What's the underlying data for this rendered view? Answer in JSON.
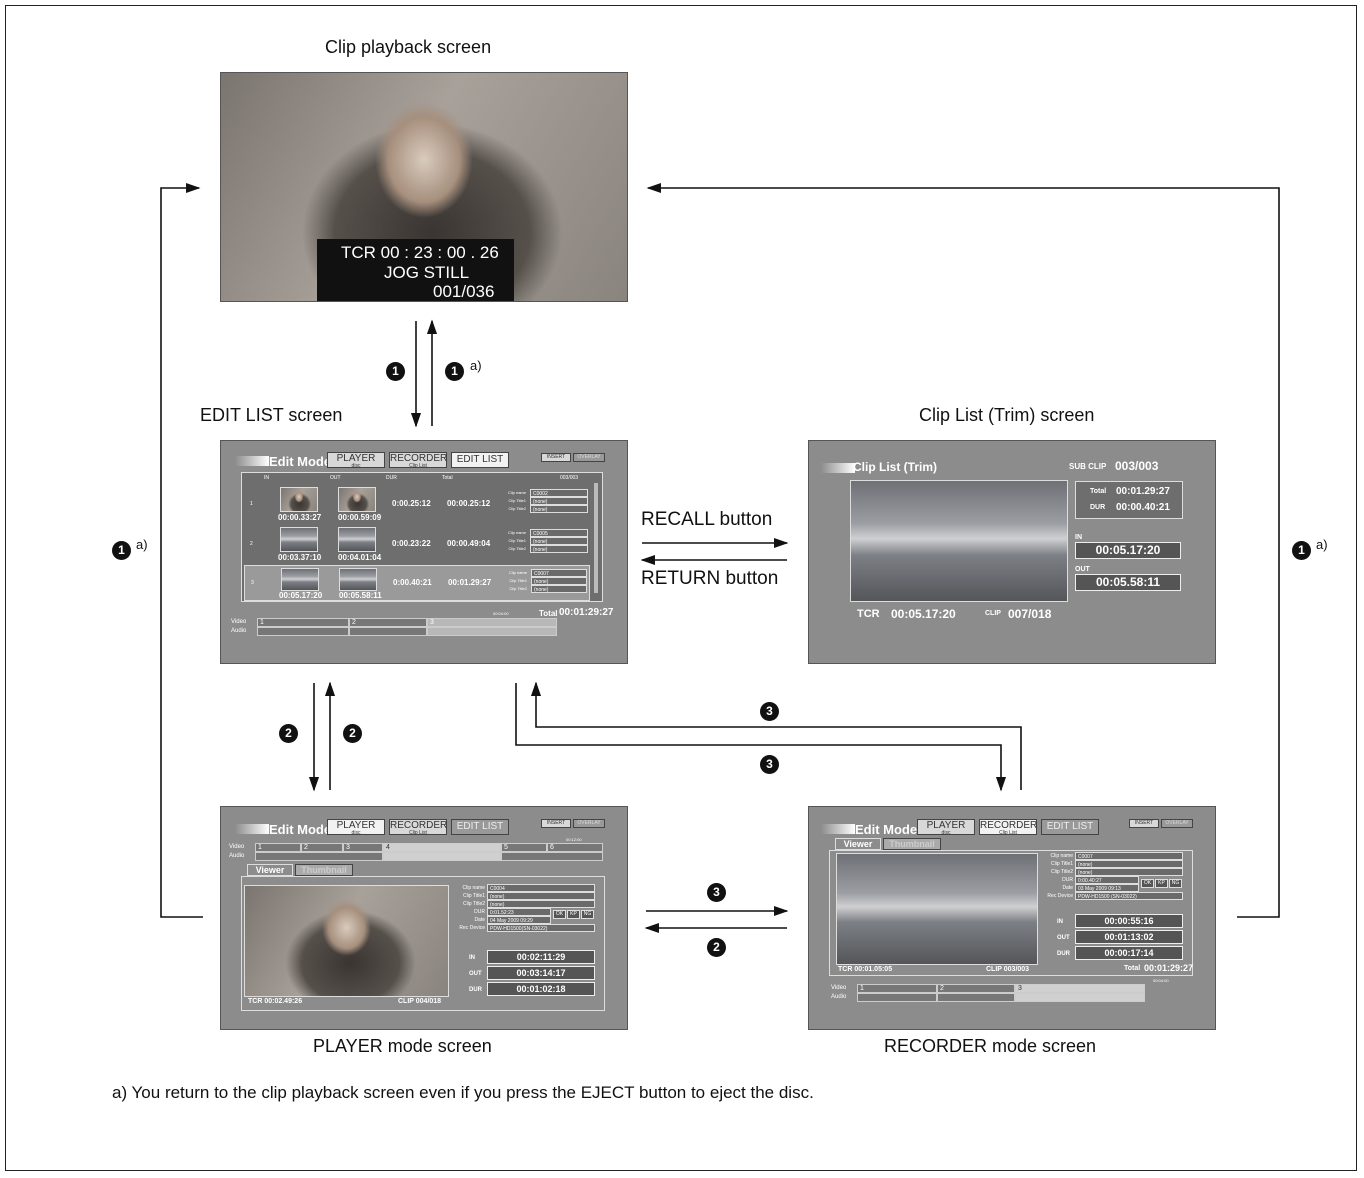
{
  "captions": {
    "clip_playback": "Clip playback screen",
    "edit_list": "EDIT LIST screen",
    "clip_list_trim": "Clip List (Trim) screen",
    "player_mode": "PLAYER mode screen",
    "recorder_mode": "RECORDER mode screen"
  },
  "footnote": "a)  You return to the clip playback screen even if you press the EJECT button to eject the disc.",
  "transitions": {
    "num1": "1",
    "num2": "2",
    "num3": "3",
    "note": "a)",
    "recall": "RECALL button",
    "return": "RETURN button"
  },
  "clip_playback": {
    "tcr": "TCR  00 : 23 : 00 . 26",
    "mode": "JOG     STILL",
    "counter": "001/036"
  },
  "mode_tabs": {
    "edit_mode": "Edit Mode",
    "player": "PLAYER",
    "player_sub": "disc",
    "recorder": "RECORDER",
    "recorder_sub": "Clip List",
    "edit_list": "EDIT LIST",
    "insert": "INSERT",
    "overlay": "OVERLAY"
  },
  "edit_list": {
    "col_in": "IN",
    "col_out": "OUT",
    "col_dur": "DUR",
    "col_total": "Total",
    "page": "003/003",
    "field_labels": [
      "Clip name",
      "Clip Title1",
      "Clip Title2"
    ],
    "rows": [
      {
        "no": "1",
        "in": "00:00.33:27",
        "out": "00:00.59:09",
        "dur": "0:00.25:12",
        "total": "00:00.25:12",
        "name": "C0002",
        "t1": "(none)",
        "t2": "(none)"
      },
      {
        "no": "2",
        "in": "00:03.37:10",
        "out": "00:04.01:04",
        "dur": "0:00.23:22",
        "total": "00:00.49:04",
        "name": "C0005",
        "t1": "(none)",
        "t2": "(none)"
      },
      {
        "no": "3",
        "in": "00:05.17:20",
        "out": "00:05.58:11",
        "dur": "0:00.40:21",
        "total": "00:01.29:27",
        "name": "C0007",
        "t1": "(none)",
        "t2": "(none)"
      }
    ],
    "scale": "00:04:00",
    "total_label": "Total",
    "total": "00:01:29:27",
    "video": "Video",
    "audio": "Audio",
    "segments": [
      "1",
      "2",
      "3"
    ]
  },
  "clip_list_trim": {
    "title": "Clip List (Trim)",
    "sub_clip_label": "SUB CLIP",
    "sub_clip": "003/003",
    "total_label": "Total",
    "total": "00:01.29:27",
    "dur_label": "DUR",
    "dur": "00:00.40:21",
    "in_label": "IN",
    "in": "00:05.17:20",
    "out_label": "OUT",
    "out": "00:05.58:11",
    "tcr_label": "TCR",
    "tcr": "00:05.17:20",
    "clip_label": "CLIP",
    "clip": "007/018"
  },
  "player_mode": {
    "scale": "00:12:00",
    "video": "Video",
    "audio": "Audio",
    "segments": [
      "1",
      "2",
      "3",
      "4",
      "5",
      "6"
    ],
    "tab_viewer": "Viewer",
    "tab_thumbnail": "Thumbnail",
    "info_labels": [
      "Clip name",
      "Clip Title1",
      "Clip Title2",
      "DUR",
      "Date",
      "Rec Device"
    ],
    "info_values": [
      "C0004",
      "(none)",
      "(none)",
      "0:01.52:23",
      "04 May 2009 09:29",
      "PDW-HD1500(SN-03022)"
    ],
    "ok": "OK",
    "kp": "KP",
    "ng": "NG",
    "in_label": "IN",
    "in": "00:02:11:29",
    "out_label": "OUT",
    "out": "00:03:14:17",
    "dur_label": "DUR",
    "dur": "00:01:02:18",
    "tcr": "TCR 00:02.49:26",
    "clip": "CLIP 004/018"
  },
  "recorder_mode": {
    "tab_viewer": "Viewer",
    "tab_thumbnail": "Thumbnail",
    "info_labels": [
      "Clip name",
      "Clip Title1",
      "Clip Title2",
      "DUR",
      "Date",
      "Rec Device"
    ],
    "info_values": [
      "C0007",
      "(none)",
      "(none)",
      "0:00.40:27",
      "03 May 2009 09:13",
      "PDW-HD1500 (SN-03022)"
    ],
    "ok": "OK",
    "kp": "KP",
    "ng": "NG",
    "in_label": "IN",
    "in": "00:00:55:16",
    "out_label": "OUT",
    "out": "00:01:13:02",
    "dur_label": "DUR",
    "dur": "00:00:17:14",
    "tcr": "TCR 00:01.05:05",
    "clip": "CLIP 003/003",
    "total_label": "Total",
    "total": "00:01:29:27",
    "scale": "00:04:00",
    "video": "Video",
    "audio": "Audio",
    "segments": [
      "1",
      "2",
      "3"
    ]
  }
}
